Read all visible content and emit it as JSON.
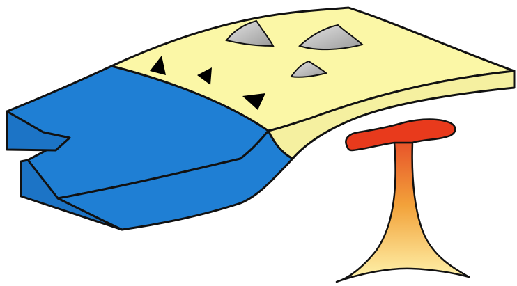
{
  "diagram": {
    "components": [
      {
        "name": "overriding-plate",
        "fill": "#FBF7A6"
      },
      {
        "name": "overriding-plate-side",
        "fill": "#F5F0A0"
      },
      {
        "name": "subducting-slab",
        "fill": "#1F7FD4"
      },
      {
        "name": "thrust-teeth",
        "fill": "#000000"
      },
      {
        "name": "depressions",
        "fill_light": "#E4E4E4",
        "fill_dark": "#9A9A9A"
      },
      {
        "name": "mantle-plume-head",
        "fill": "#E83A1C"
      },
      {
        "name": "mantle-plume-stem",
        "fill_top": "#E8542A",
        "fill_mid": "#F2A23A",
        "fill_bottom": "#FFF6B0"
      }
    ],
    "outline_color": "#111111"
  }
}
